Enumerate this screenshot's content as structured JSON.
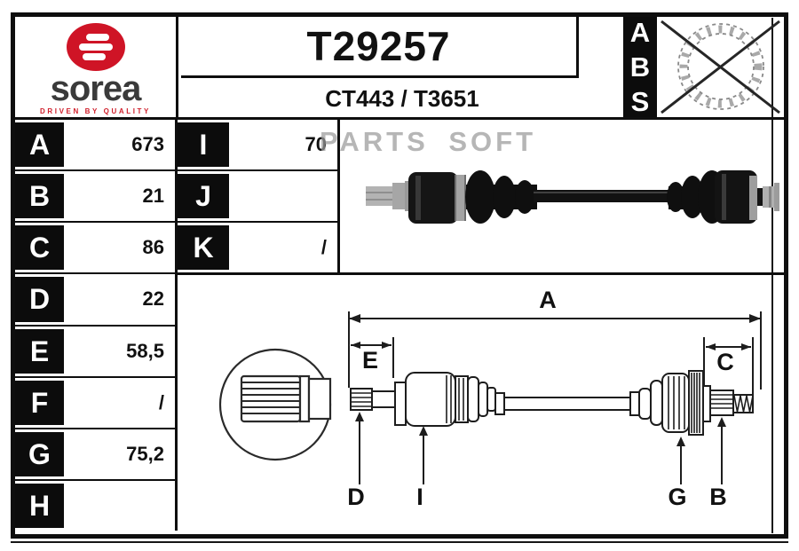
{
  "brand": {
    "name": "sorea",
    "tagline": "DRIVEN BY QUALITY"
  },
  "header": {
    "part_number": "T29257",
    "reference": "CT443 / T3651",
    "abs_letters": [
      "A",
      "B",
      "S"
    ],
    "abs_icon": "crossed-out-abs-ring"
  },
  "watermark": "PARTS SOFT",
  "dimensions": {
    "left_rows": [
      {
        "label": "A",
        "value": "673"
      },
      {
        "label": "B",
        "value": "21"
      },
      {
        "label": "C",
        "value": "86"
      },
      {
        "label": "D",
        "value": "22"
      },
      {
        "label": "E",
        "value": "58,5"
      },
      {
        "label": "F",
        "value": "/"
      },
      {
        "label": "G",
        "value": "75,2"
      },
      {
        "label": "H",
        "value": ""
      }
    ],
    "right_rows": [
      {
        "label": "I",
        "value": "70"
      },
      {
        "label": "J",
        "value": ""
      },
      {
        "label": "K",
        "value": "/"
      }
    ]
  },
  "diagram": {
    "dimension_labels": [
      "A",
      "E",
      "C"
    ],
    "callout_labels": [
      "D",
      "I",
      "G",
      "B"
    ]
  },
  "colors": {
    "brand_red": "#cf1426",
    "ink_black": "#0e0e0e",
    "watermark_gray": "#9b9b9b"
  }
}
